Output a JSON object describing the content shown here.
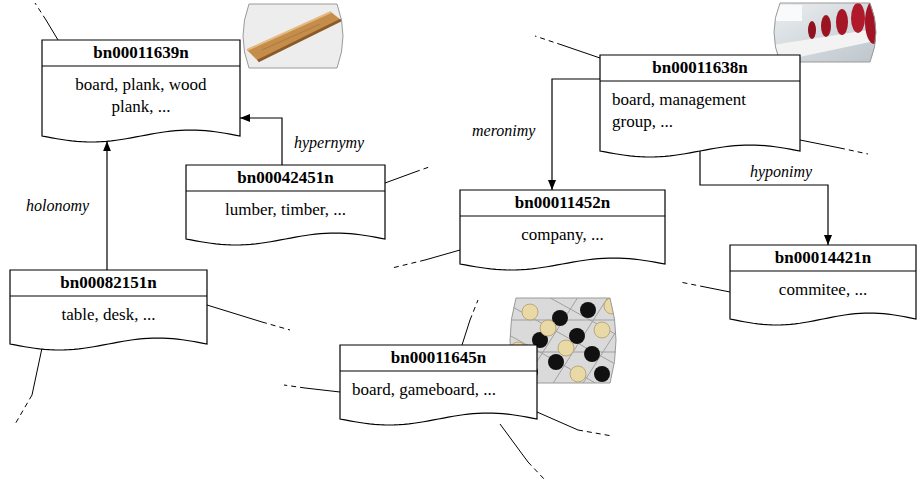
{
  "diagram": {
    "nodes": [
      {
        "text": [
          "bn00011639n",
          "board, plank, wood plank, ..."
        ]
      },
      {
        "text": [
          "bn00011638n",
          "board, management group, ..."
        ]
      },
      {
        "text": [
          "bn00042451n",
          "lumber, timber, ..."
        ]
      },
      {
        "text": [
          "bn00011452n",
          "company, ..."
        ]
      },
      {
        "text": [
          "bn00082151n",
          "table, desk, ..."
        ]
      },
      {
        "text": [
          "bn00014421n",
          "commitee, ..."
        ]
      },
      {
        "text": [
          "bn00011645n",
          "board, gameboard, ..."
        ]
      }
    ],
    "edges": [
      {
        "from": 4,
        "to": 0,
        "arrow": "to",
        "label": "holonomy"
      },
      {
        "from": 2,
        "to": 0,
        "arrow": "to",
        "label": "hypernymy"
      },
      {
        "from": 1,
        "to": 3,
        "arrow": "to",
        "label": "meronimy"
      },
      {
        "from": 1,
        "to": 5,
        "arrow": "to",
        "label": "hyponimy"
      }
    ]
  }
}
